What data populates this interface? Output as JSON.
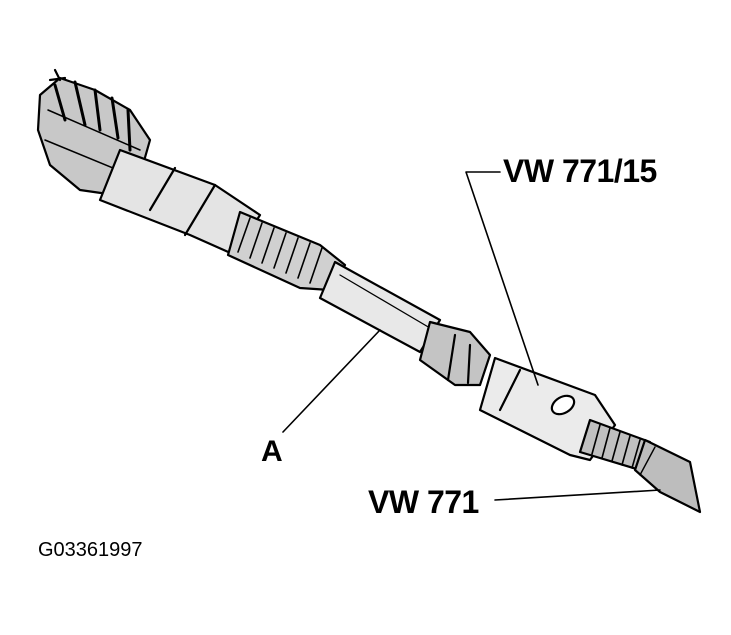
{
  "labels": {
    "part_a": "A",
    "tool_adapter": "VW 771/15",
    "tool_main": "VW 771"
  },
  "figure_ref": "G03361997",
  "colors": {
    "ink": "#000000",
    "shade": "#b8b8b8",
    "light": "#dcdcdc",
    "paper": "#ffffff"
  }
}
